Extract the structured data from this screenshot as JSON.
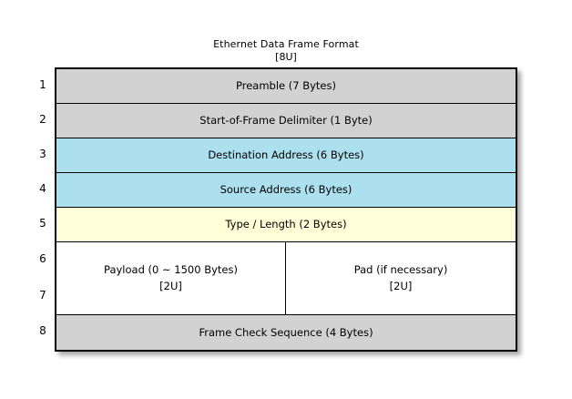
{
  "diagram": {
    "title": "Ethernet Data Frame Format",
    "subtitle": "[8U]",
    "colors": {
      "header_gray": "#d2d2d2",
      "address_blue": "#ace0ee",
      "type_yellow": "#ffffd8",
      "payload_white": "#ffffff",
      "border": "#000000"
    },
    "row_numbers": [
      "1",
      "2",
      "3",
      "4",
      "5",
      "6",
      "7",
      "8"
    ],
    "rows": [
      {
        "number": "1",
        "label": "Preamble (7 Bytes)",
        "fill": "gray"
      },
      {
        "number": "2",
        "label": "Start-of-Frame Delimiter (1 Byte)",
        "fill": "gray"
      },
      {
        "number": "3",
        "label": "Destination Address (6 Bytes)",
        "fill": "blue"
      },
      {
        "number": "4",
        "label": "Source Address (6 Bytes)",
        "fill": "blue"
      },
      {
        "number": "5",
        "label": "Type / Length (2 Bytes)",
        "fill": "yellow"
      },
      {
        "number": "8",
        "label": "Frame Check Sequence (4 Bytes)",
        "fill": "gray"
      }
    ],
    "payload_section": {
      "numbers": [
        "6",
        "7"
      ],
      "fill": "white",
      "left": {
        "label": "Payload (0 ~ 1500 Bytes)",
        "annotation": "[2U]"
      },
      "right": {
        "label": "Pad (if necessary)",
        "annotation": "[2U]"
      }
    }
  }
}
